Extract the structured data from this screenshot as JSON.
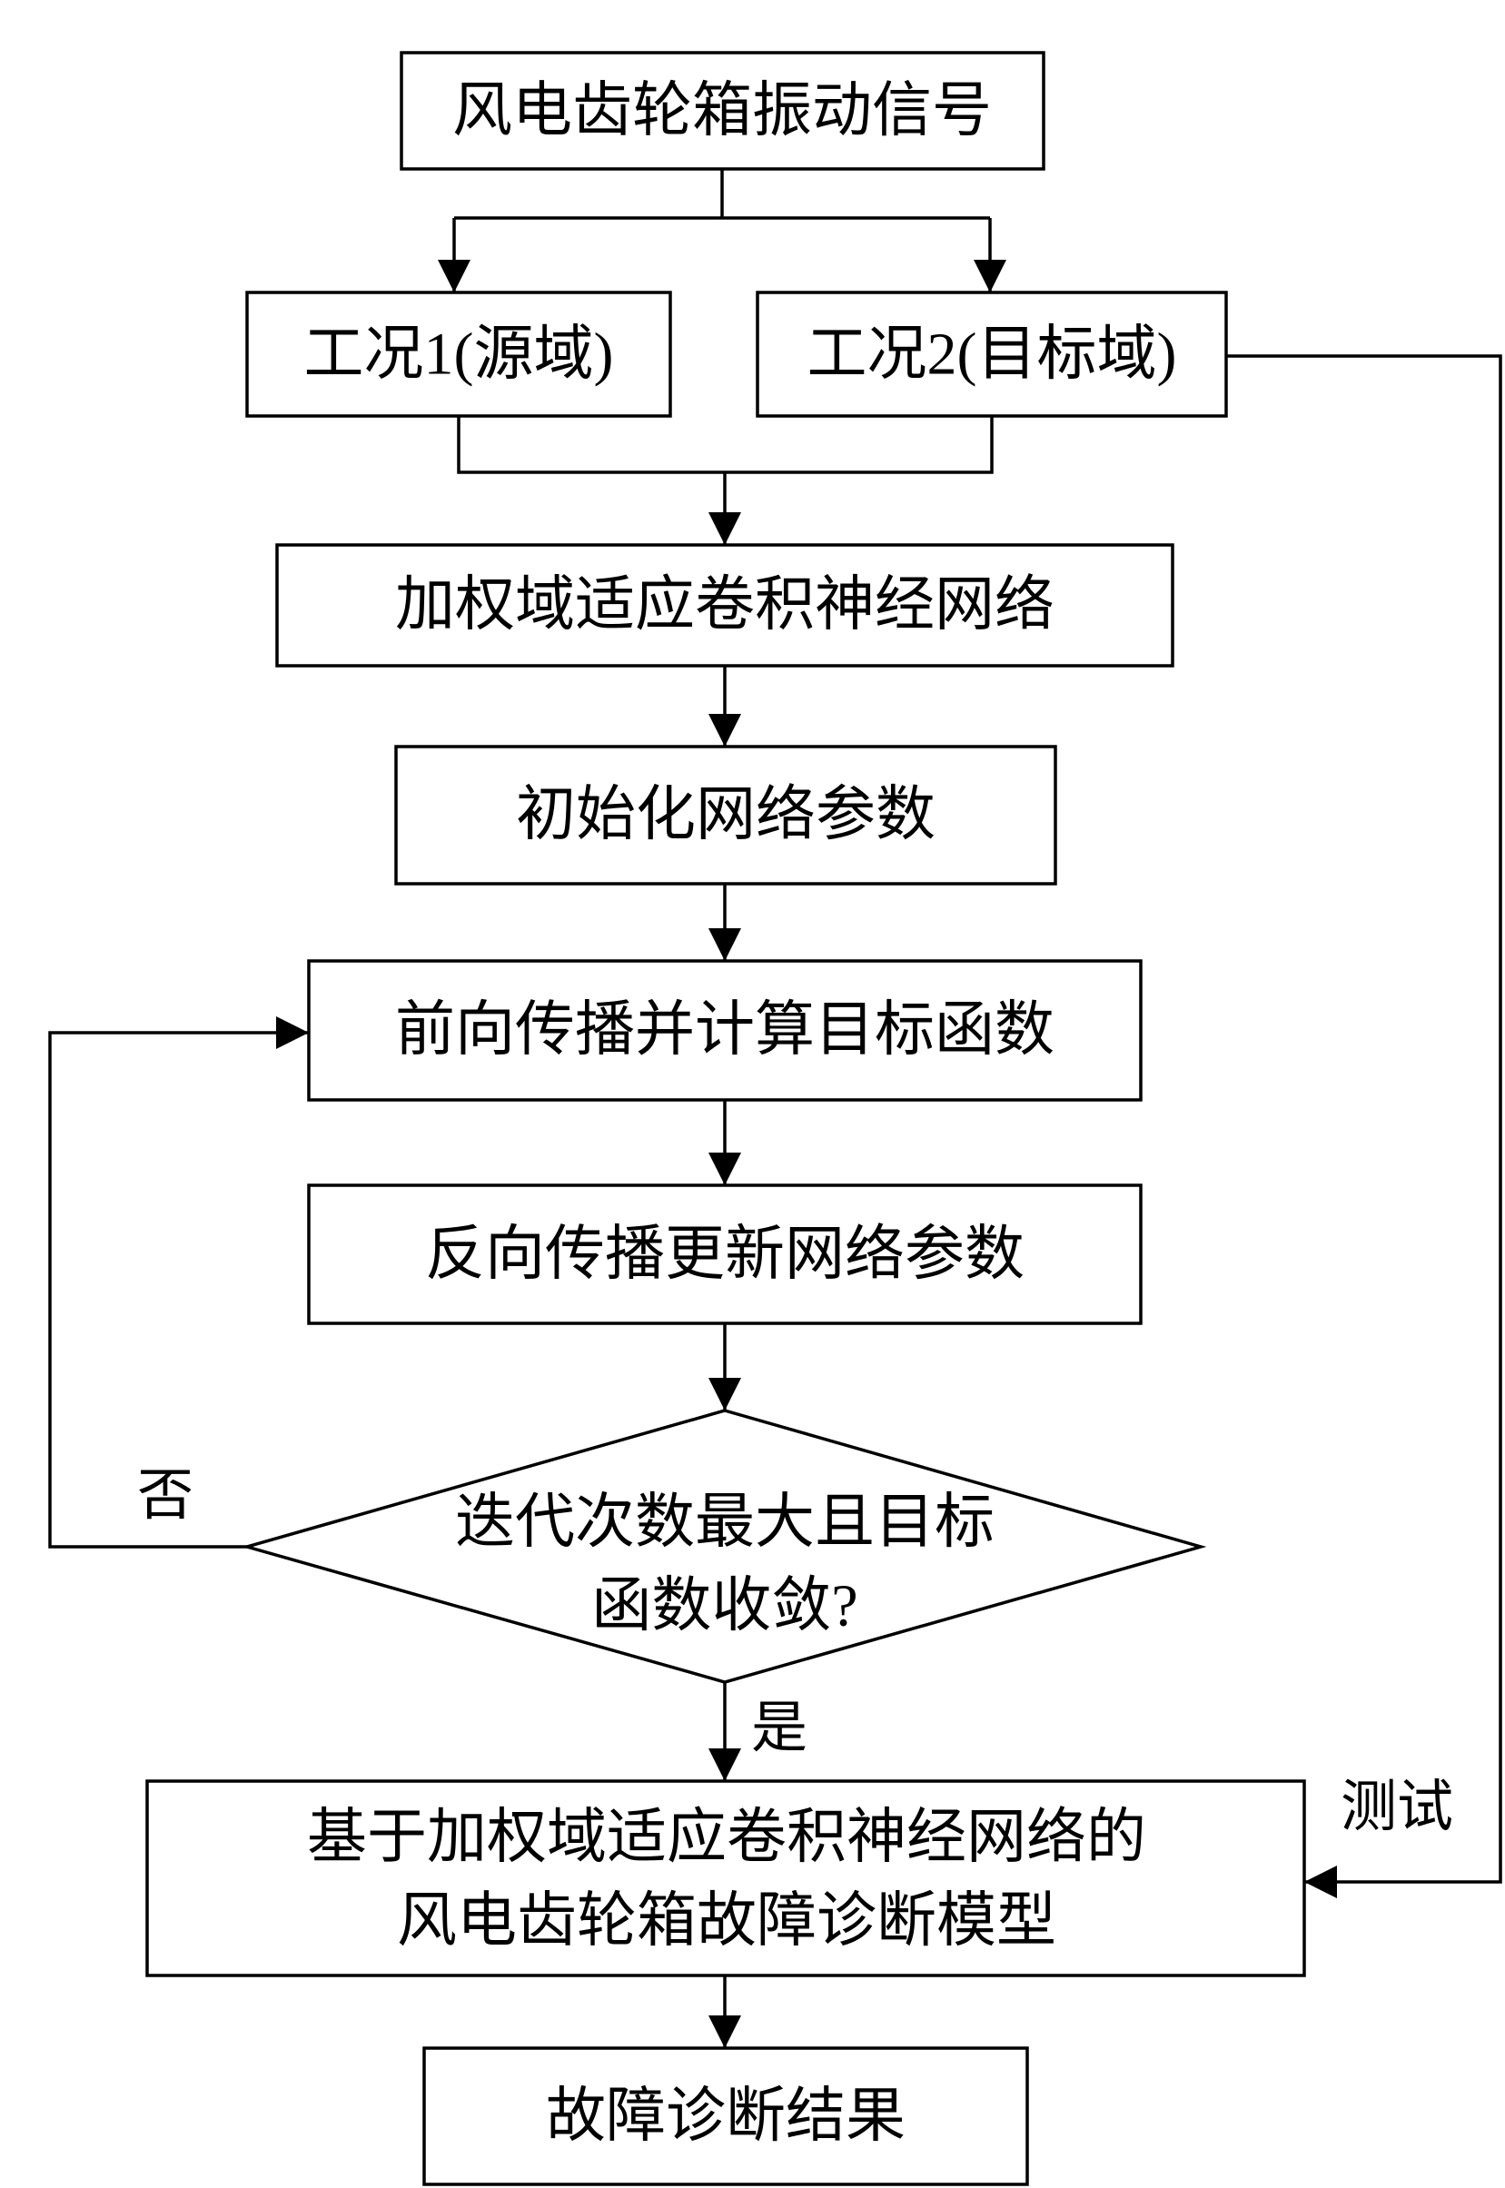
{
  "nodes": {
    "signal": "风电齿轮箱振动信号",
    "source": "工况1(源域)",
    "target": "工况2(目标域)",
    "network": "加权域适应卷积神经网络",
    "init": "初始化网络参数",
    "forward": "前向传播并计算目标函数",
    "backward": "反向传播更新网络参数",
    "decision_line1": "迭代次数最大且目标",
    "decision_line2": "函数收敛?",
    "model_line1": "基于加权域适应卷积神经网络的",
    "model_line2": "风电齿轮箱故障诊断模型",
    "result": "故障诊断结果"
  },
  "edge_labels": {
    "no": "否",
    "yes": "是",
    "test": "测试"
  }
}
